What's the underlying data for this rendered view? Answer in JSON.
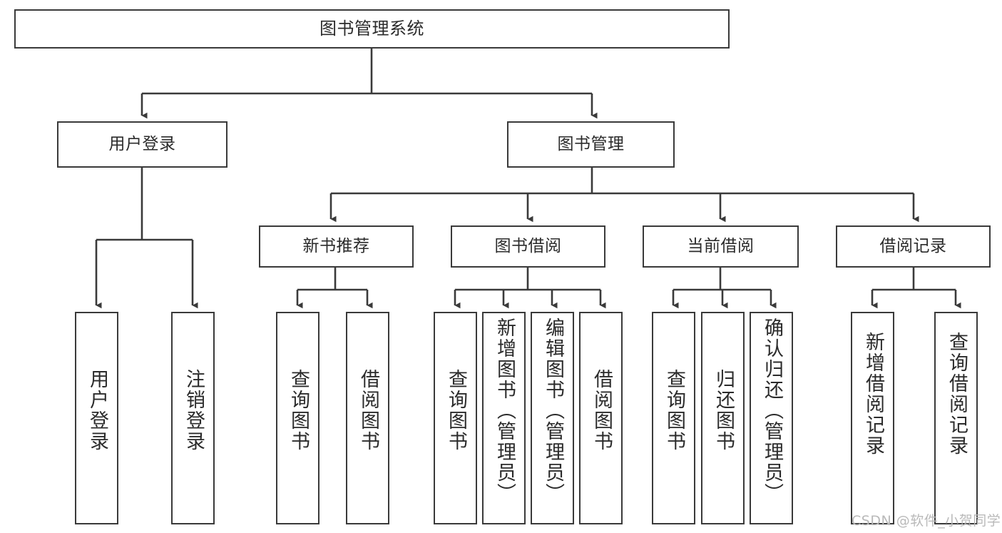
{
  "diagram": {
    "type": "tree-hierarchy",
    "title": "图书管理系统",
    "root": {
      "id": "root",
      "label": "图书管理系统"
    },
    "level2": [
      {
        "id": "user-login",
        "label": "用户登录"
      },
      {
        "id": "book-manage",
        "label": "图书管理"
      }
    ],
    "level3": [
      {
        "id": "new-book-recommend",
        "label": "新书推荐",
        "parent": "book-manage"
      },
      {
        "id": "book-borrow",
        "label": "图书借阅",
        "parent": "book-manage"
      },
      {
        "id": "current-borrow",
        "label": "当前借阅",
        "parent": "book-manage"
      },
      {
        "id": "borrow-record",
        "label": "借阅记录",
        "parent": "book-manage"
      }
    ],
    "leaves": {
      "user-login": [
        {
          "id": "leaf-user-login",
          "label": "用户登录"
        },
        {
          "id": "leaf-logout",
          "label": "注销登录"
        }
      ],
      "new-book-recommend": [
        {
          "id": "leaf-query-book-1",
          "label": "查询图书"
        },
        {
          "id": "leaf-borrow-book-1",
          "label": "借阅图书"
        }
      ],
      "book-borrow": [
        {
          "id": "leaf-query-book-2",
          "label": "查询图书"
        },
        {
          "id": "leaf-add-book",
          "label": "新增图书（管理员）"
        },
        {
          "id": "leaf-edit-book",
          "label": "编辑图书（管理员）"
        },
        {
          "id": "leaf-borrow-book-2",
          "label": "借阅图书"
        }
      ],
      "current-borrow": [
        {
          "id": "leaf-query-book-3",
          "label": "查询图书"
        },
        {
          "id": "leaf-return-book",
          "label": "归还图书"
        },
        {
          "id": "leaf-confirm-return",
          "label": "确认归还（管理员）"
        }
      ],
      "borrow-record": [
        {
          "id": "leaf-add-record",
          "label": "新增借阅记录"
        },
        {
          "id": "leaf-query-record",
          "label": "查询借阅记录"
        }
      ]
    }
  },
  "watermark": {
    "text": "CSDN @软件_小贺同学"
  },
  "colors": {
    "stroke": "#3a3a3a",
    "background": "#ffffff",
    "text": "#2b2b2b",
    "watermark": "#b9b9b9"
  }
}
